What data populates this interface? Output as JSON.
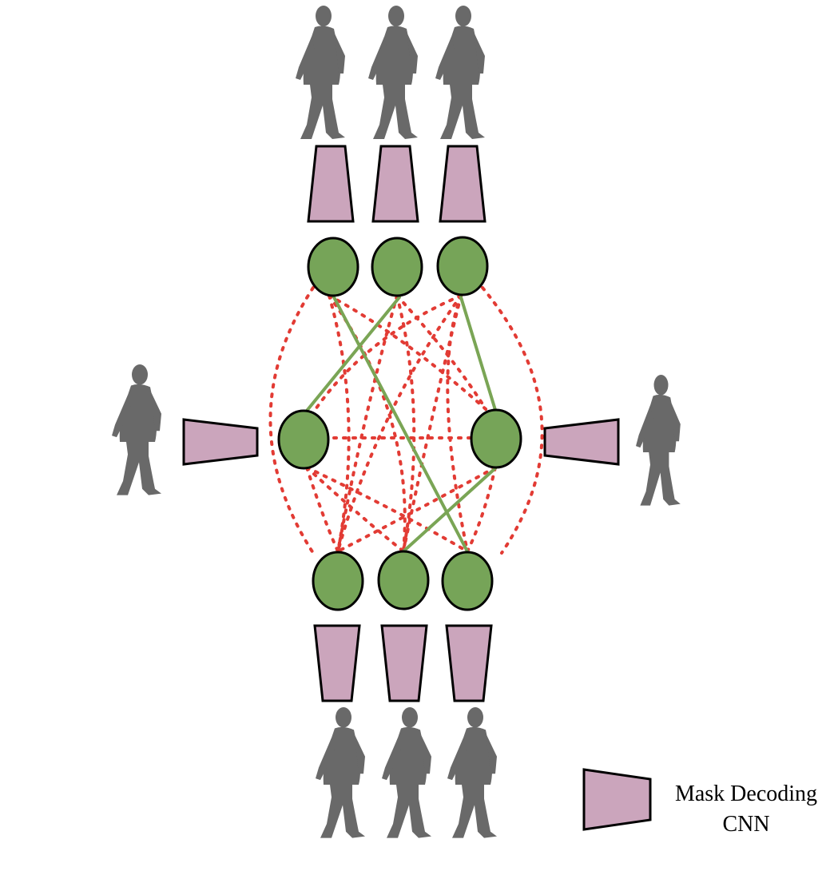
{
  "legend": {
    "line1": "Mask Decoding",
    "line2": "CNN"
  },
  "colors": {
    "node_fill": "#76a458",
    "node_stroke": "#000000",
    "decoder_fill": "#cba5bc",
    "decoder_stroke": "#000000",
    "matched_edge": "#7aa555",
    "candidate_edge": "#e23b34",
    "silhouette": "#696969"
  },
  "icons": {
    "person": "walking-person-silhouette-icon",
    "node": "green-circle-node",
    "decoder": "pink-trapezoid-decoder"
  }
}
